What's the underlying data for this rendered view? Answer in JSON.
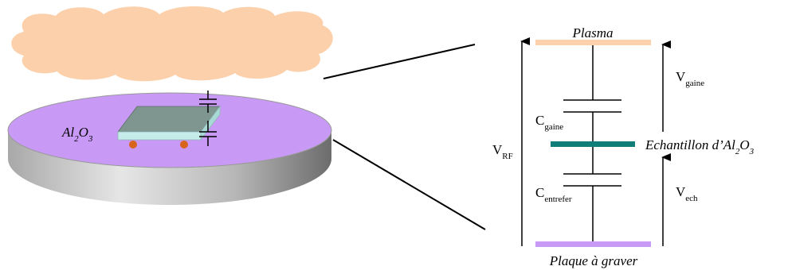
{
  "labels": {
    "material_left": "Al",
    "material_left_sub": "2",
    "material_left_o": "O",
    "material_left_sub2": "3",
    "plasma": "Plasma",
    "plate": "Plaque à graver",
    "sample_prefix": "Echantillon d’Al",
    "sample_sub": "2",
    "sample_o": "O",
    "sample_sub2": "3",
    "c_gaine_main": "C",
    "c_gaine_sub": "gaine",
    "c_entrefer_main": "C",
    "c_entrefer_sub": "entrefer",
    "v_rf_main": "V",
    "v_rf_sub": "RF",
    "v_gaine_main": "V",
    "v_gaine_sub": "gaine",
    "v_ech_main": "V",
    "v_ech_sub": "ech"
  },
  "colors": {
    "plasma": "#fbd0aa",
    "plate": "#c89af5",
    "sample": "#0f7e78",
    "cloud": "#fbd0aa",
    "disc_top": "#c89af5",
    "disc_side": "#9a9a9a",
    "slab_top": "#7f958f",
    "slab_side": "#c6ecea",
    "slab_contact": "#d9651c"
  }
}
